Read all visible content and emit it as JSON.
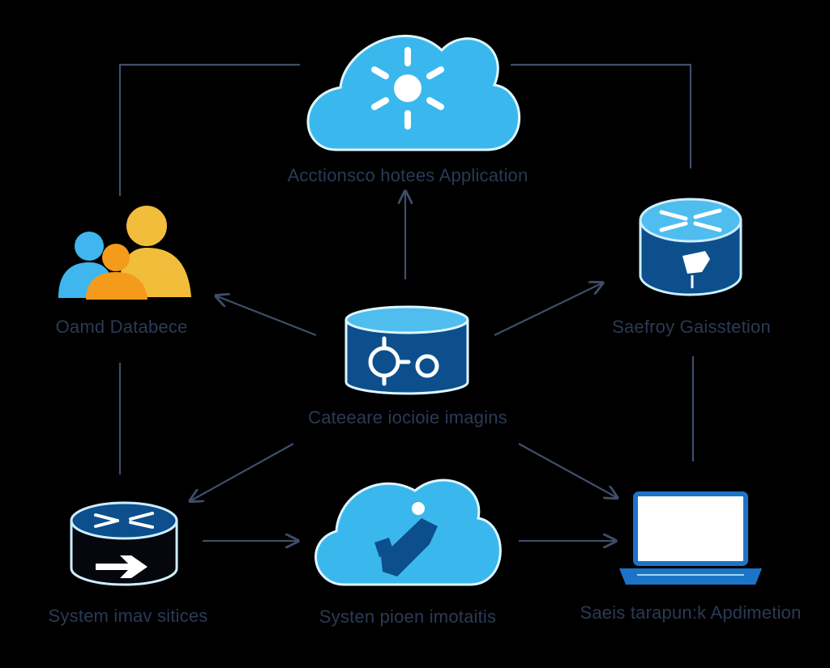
{
  "nodes": {
    "cloud_app": {
      "label": "Acctionsco hotees Application",
      "icon": "gear-cloud-icon"
    },
    "users": {
      "label": "Oamd Databece",
      "icon": "users-group-icon"
    },
    "core_db": {
      "label": "Cateeare iocioie imagins",
      "icon": "database-icon"
    },
    "storage": {
      "label": "Saefroy Gaisstetion",
      "icon": "router-storage-icon"
    },
    "system": {
      "label": "System imav sitices",
      "icon": "router-arrow-icon"
    },
    "cloud_tools": {
      "label": "Systen pioen imotaitis",
      "icon": "tool-cloud-icon"
    },
    "laptop": {
      "label": "Saeis tarapun:k Apdimetion",
      "icon": "laptop-icon"
    }
  },
  "colors": {
    "background": "#000000",
    "cloud_fill": "#3ab8ee",
    "cloud_edge": "#dff6ff",
    "db_dark": "#0c4f8c",
    "db_light": "#4fbdee",
    "line": "#3f4e6a",
    "label": "#2b3a55",
    "user_yellow": "#f1bd3b",
    "user_orange": "#f49b1c",
    "user_blue": "#3fb7ee"
  }
}
